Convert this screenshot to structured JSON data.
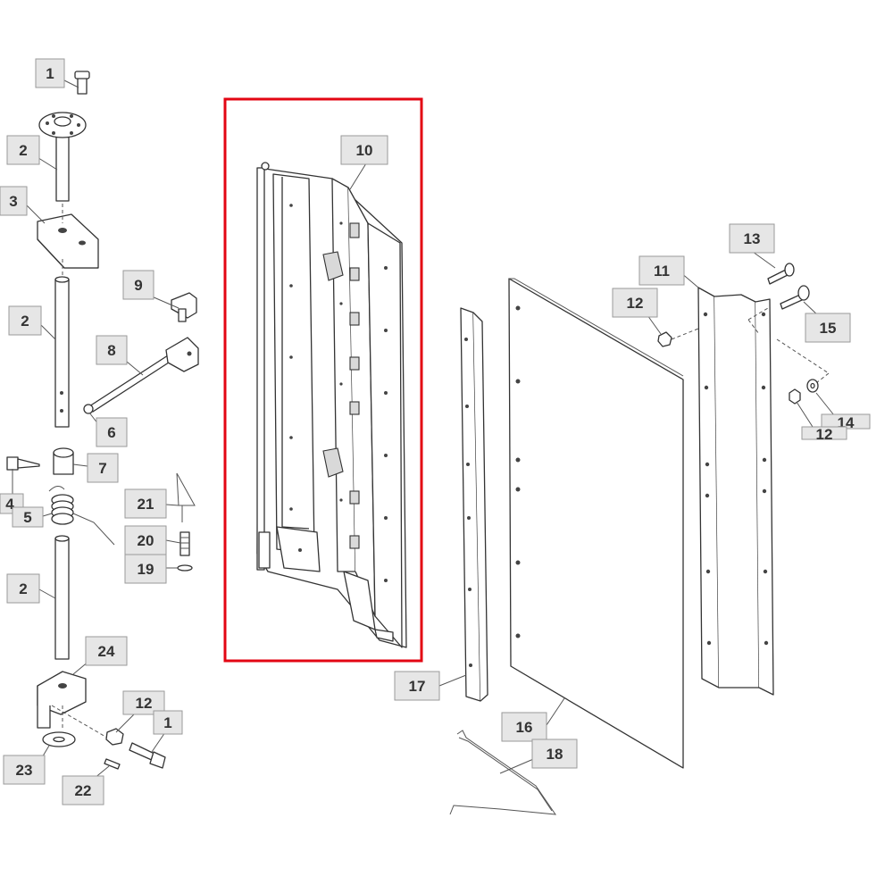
{
  "colors": {
    "highlight": "#e30613",
    "callout_fill": "#e6e6e6",
    "callout_border": "#9a9a9a",
    "line": "#333333"
  },
  "callouts": {
    "c1a": "1",
    "c2a": "2",
    "c3": "3",
    "c2b": "2",
    "c9": "9",
    "c8": "8",
    "c6": "6",
    "c4": "4",
    "c7": "7",
    "c5": "5",
    "c21": "21",
    "c20": "20",
    "c19": "19",
    "c2c": "2",
    "c24": "24",
    "c12a": "12",
    "c1b": "1",
    "c23": "23",
    "c22": "22",
    "c10": "10",
    "c17": "17",
    "c16": "16",
    "c18": "18",
    "c13": "13",
    "c11": "11",
    "c12b": "12",
    "c15": "15",
    "c14": "14",
    "c12c": "12"
  }
}
